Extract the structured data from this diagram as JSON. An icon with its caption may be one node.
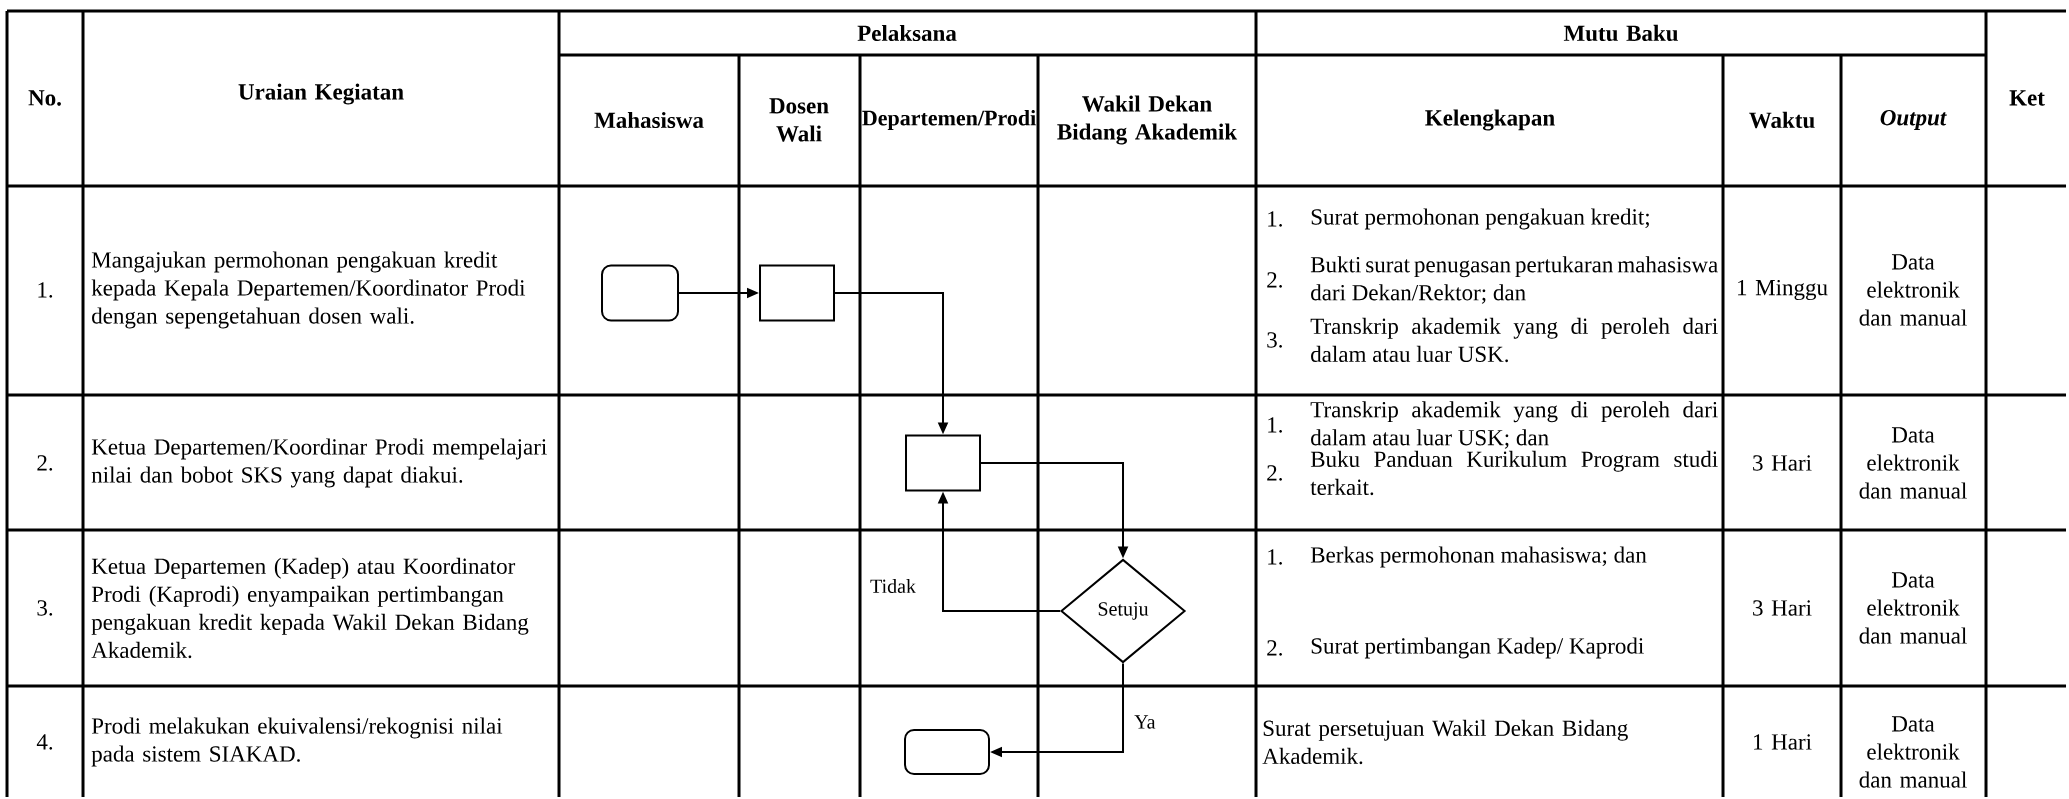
{
  "diagram": {
    "nodes": [
      {
        "text": [],
        "shape": "terminator"
      },
      {
        "text": [],
        "shape": "box"
      },
      {
        "text": [],
        "shape": "box"
      },
      {
        "text": [
          "Setuju"
        ]
      },
      {
        "text": [],
        "shape": "terminator"
      }
    ],
    "edges": [
      {
        "from": 0,
        "to": 1,
        "arrow": "to"
      },
      {
        "from": 1,
        "to": 2,
        "arrow": "to"
      },
      {
        "from": 2,
        "to": 3,
        "arrow": "to"
      },
      {
        "from": 3,
        "to": 2,
        "arrow": "to",
        "label": "Tidak"
      },
      {
        "from": 3,
        "to": 4,
        "arrow": "to",
        "label": "Ya"
      }
    ],
    "labels": [
      "No.",
      "Uraian Kegiatan",
      "Pelaksana",
      "Mutu Baku",
      "Ket",
      "Mahasiswa",
      "Dosen Wali",
      "Departemen/Prodi",
      "Wakil Dekan Bidang Akademik",
      "Kelengkapan",
      "Waktu",
      "Output",
      "1.",
      "Mangajukan permohonan pengakuan kredit kepada Kepala Departemen/Koordinator Prodi dengan sepengetahuan dosen wali.",
      "1.",
      "Surat permohonan pengakuan kredit;",
      "2.",
      "Bukti surat penugasan pertukaran mahasiswa dari Dekan/Rektor; dan",
      "3.",
      "Transkrip akademik yang di peroleh dari dalam atau luar USK.",
      "1 Minggu",
      "Data elektronik dan manual",
      "2.",
      "Ketua Departemen/Koordinar Prodi mempelajari nilai dan bobot SKS yang dapat diakui.",
      "1.",
      "Transkrip akademik yang di peroleh dari dalam atau luar USK; dan",
      "2.",
      "Buku Panduan Kurikulum Program studi terkait.",
      "3 Hari",
      "Data elektronik dan manual",
      "3.",
      "Ketua Departemen (Kadep) atau Koordinator Prodi (Kaprodi) enyampaikan pertimbangan pengakuan kredit kepada Wakil Dekan Bidang Akademik.",
      "1.",
      "Berkas permohonan mahasiswa; dan",
      "2.",
      "Surat pertimbangan Kadep/ Kaprodi",
      "3 Hari",
      "Data elektronik dan manual",
      "4.",
      "Prodi melakukan ekuivalensi/rekognisi nilai pada sistem SIAKAD.",
      "Surat persetujuan Wakil Dekan Bidang Akademik.",
      "1 Hari",
      "Data elektronik dan manual"
    ]
  }
}
